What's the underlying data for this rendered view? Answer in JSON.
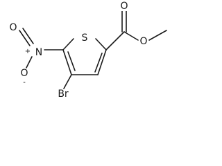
{
  "molecule": {
    "atoms": {
      "sulfur": "S",
      "carbonyl_oxygen": "O",
      "ester_oxygen": "O",
      "nitro_nitrogen": "N",
      "nitro_oxygen_top": "O",
      "nitro_oxygen_bottom": "O",
      "bromine": "Br"
    },
    "charges": {
      "nitro_nitrogen": "+",
      "nitro_oxygen_bottom": "-"
    }
  },
  "colors": {
    "bond": "#1a1a1a",
    "background": "#ffffff"
  }
}
